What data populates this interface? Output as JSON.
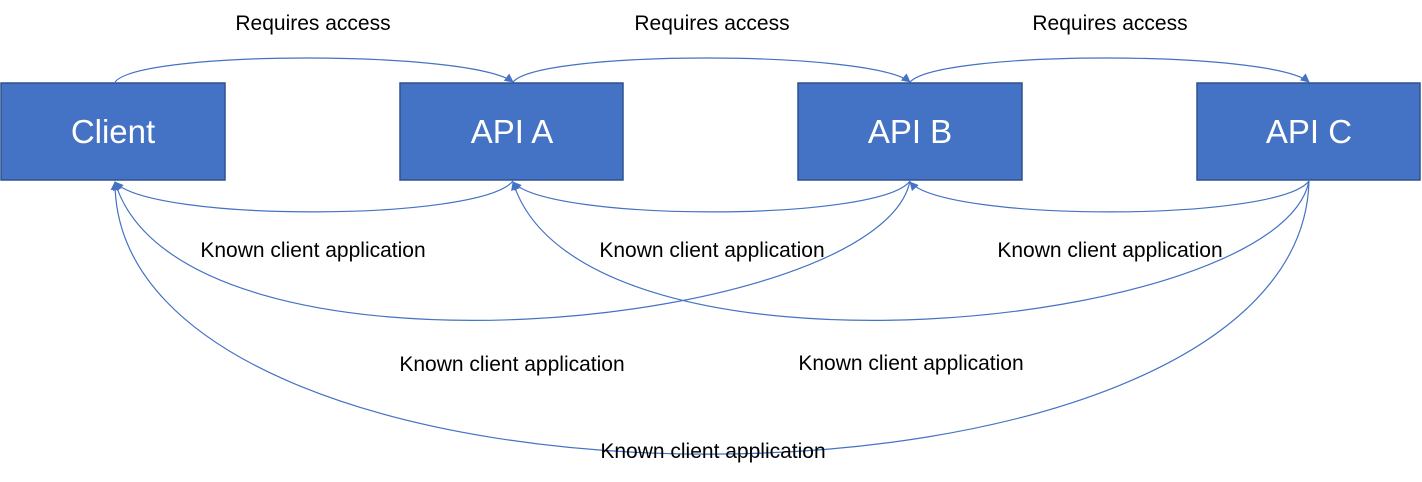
{
  "colors": {
    "node_fill": "#4472c4",
    "node_border": "#2f528f",
    "node_text": "#ffffff",
    "edge": "#4472c4",
    "label_text": "#000000"
  },
  "nodes": [
    {
      "id": "client",
      "label": "Client"
    },
    {
      "id": "api_a",
      "label": "API A"
    },
    {
      "id": "api_b",
      "label": "API B"
    },
    {
      "id": "api_c",
      "label": "API C"
    }
  ],
  "edges": [
    {
      "id": "req_client_a",
      "from": "client",
      "to": "api_a",
      "label": "Requires access"
    },
    {
      "id": "req_a_b",
      "from": "api_a",
      "to": "api_b",
      "label": "Requires access"
    },
    {
      "id": "req_b_c",
      "from": "api_b",
      "to": "api_c",
      "label": "Requires access"
    },
    {
      "id": "known_a_client",
      "from": "api_a",
      "to": "client",
      "label": "Known client application"
    },
    {
      "id": "known_b_a",
      "from": "api_b",
      "to": "api_a",
      "label": "Known client application"
    },
    {
      "id": "known_c_b",
      "from": "api_c",
      "to": "api_b",
      "label": "Known client application"
    },
    {
      "id": "known_b_client",
      "from": "api_b",
      "to": "client",
      "label": "Known client application"
    },
    {
      "id": "known_c_a",
      "from": "api_c",
      "to": "api_a",
      "label": "Known client application"
    },
    {
      "id": "known_c_client",
      "from": "api_c",
      "to": "client",
      "label": "Known client application"
    }
  ]
}
